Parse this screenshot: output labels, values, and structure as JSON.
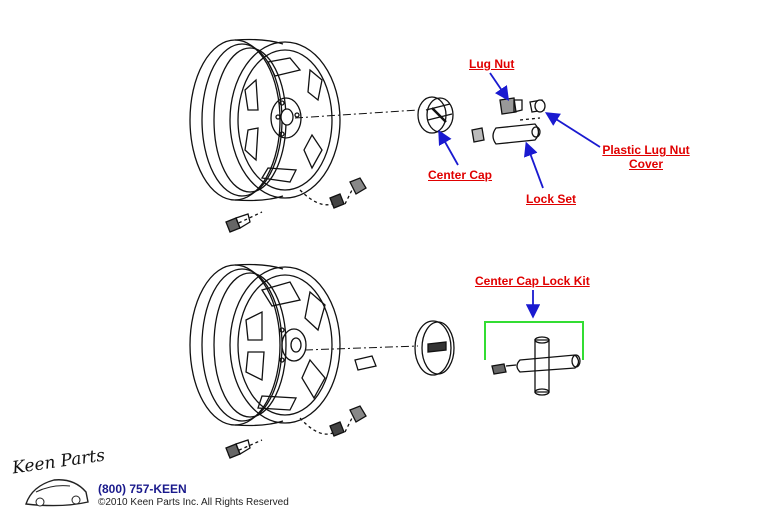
{
  "callouts": {
    "lug_nut": "Lug Nut",
    "plastic_cover_line1": "Plastic Lug Nut",
    "plastic_cover_line2": "Cover",
    "center_cap": "Center Cap",
    "lock_set": "Lock Set",
    "center_cap_lock_kit": "Center Cap Lock Kit"
  },
  "branding": {
    "logo_text": "Keen Parts",
    "phone": "(800) 757-KEEN",
    "copyright": "©2010 Keen Parts Inc. All Rights Reserved"
  },
  "colors": {
    "label": "#e00000",
    "arrow": "#1a1ad0",
    "bracket": "#33dd33",
    "line_art": "#111111",
    "phone": "#1a1a8c"
  },
  "icons": [
    "arrow-icon",
    "wheel-icon",
    "center-cap-icon",
    "lug-nut-icon",
    "lock-key-icon"
  ]
}
